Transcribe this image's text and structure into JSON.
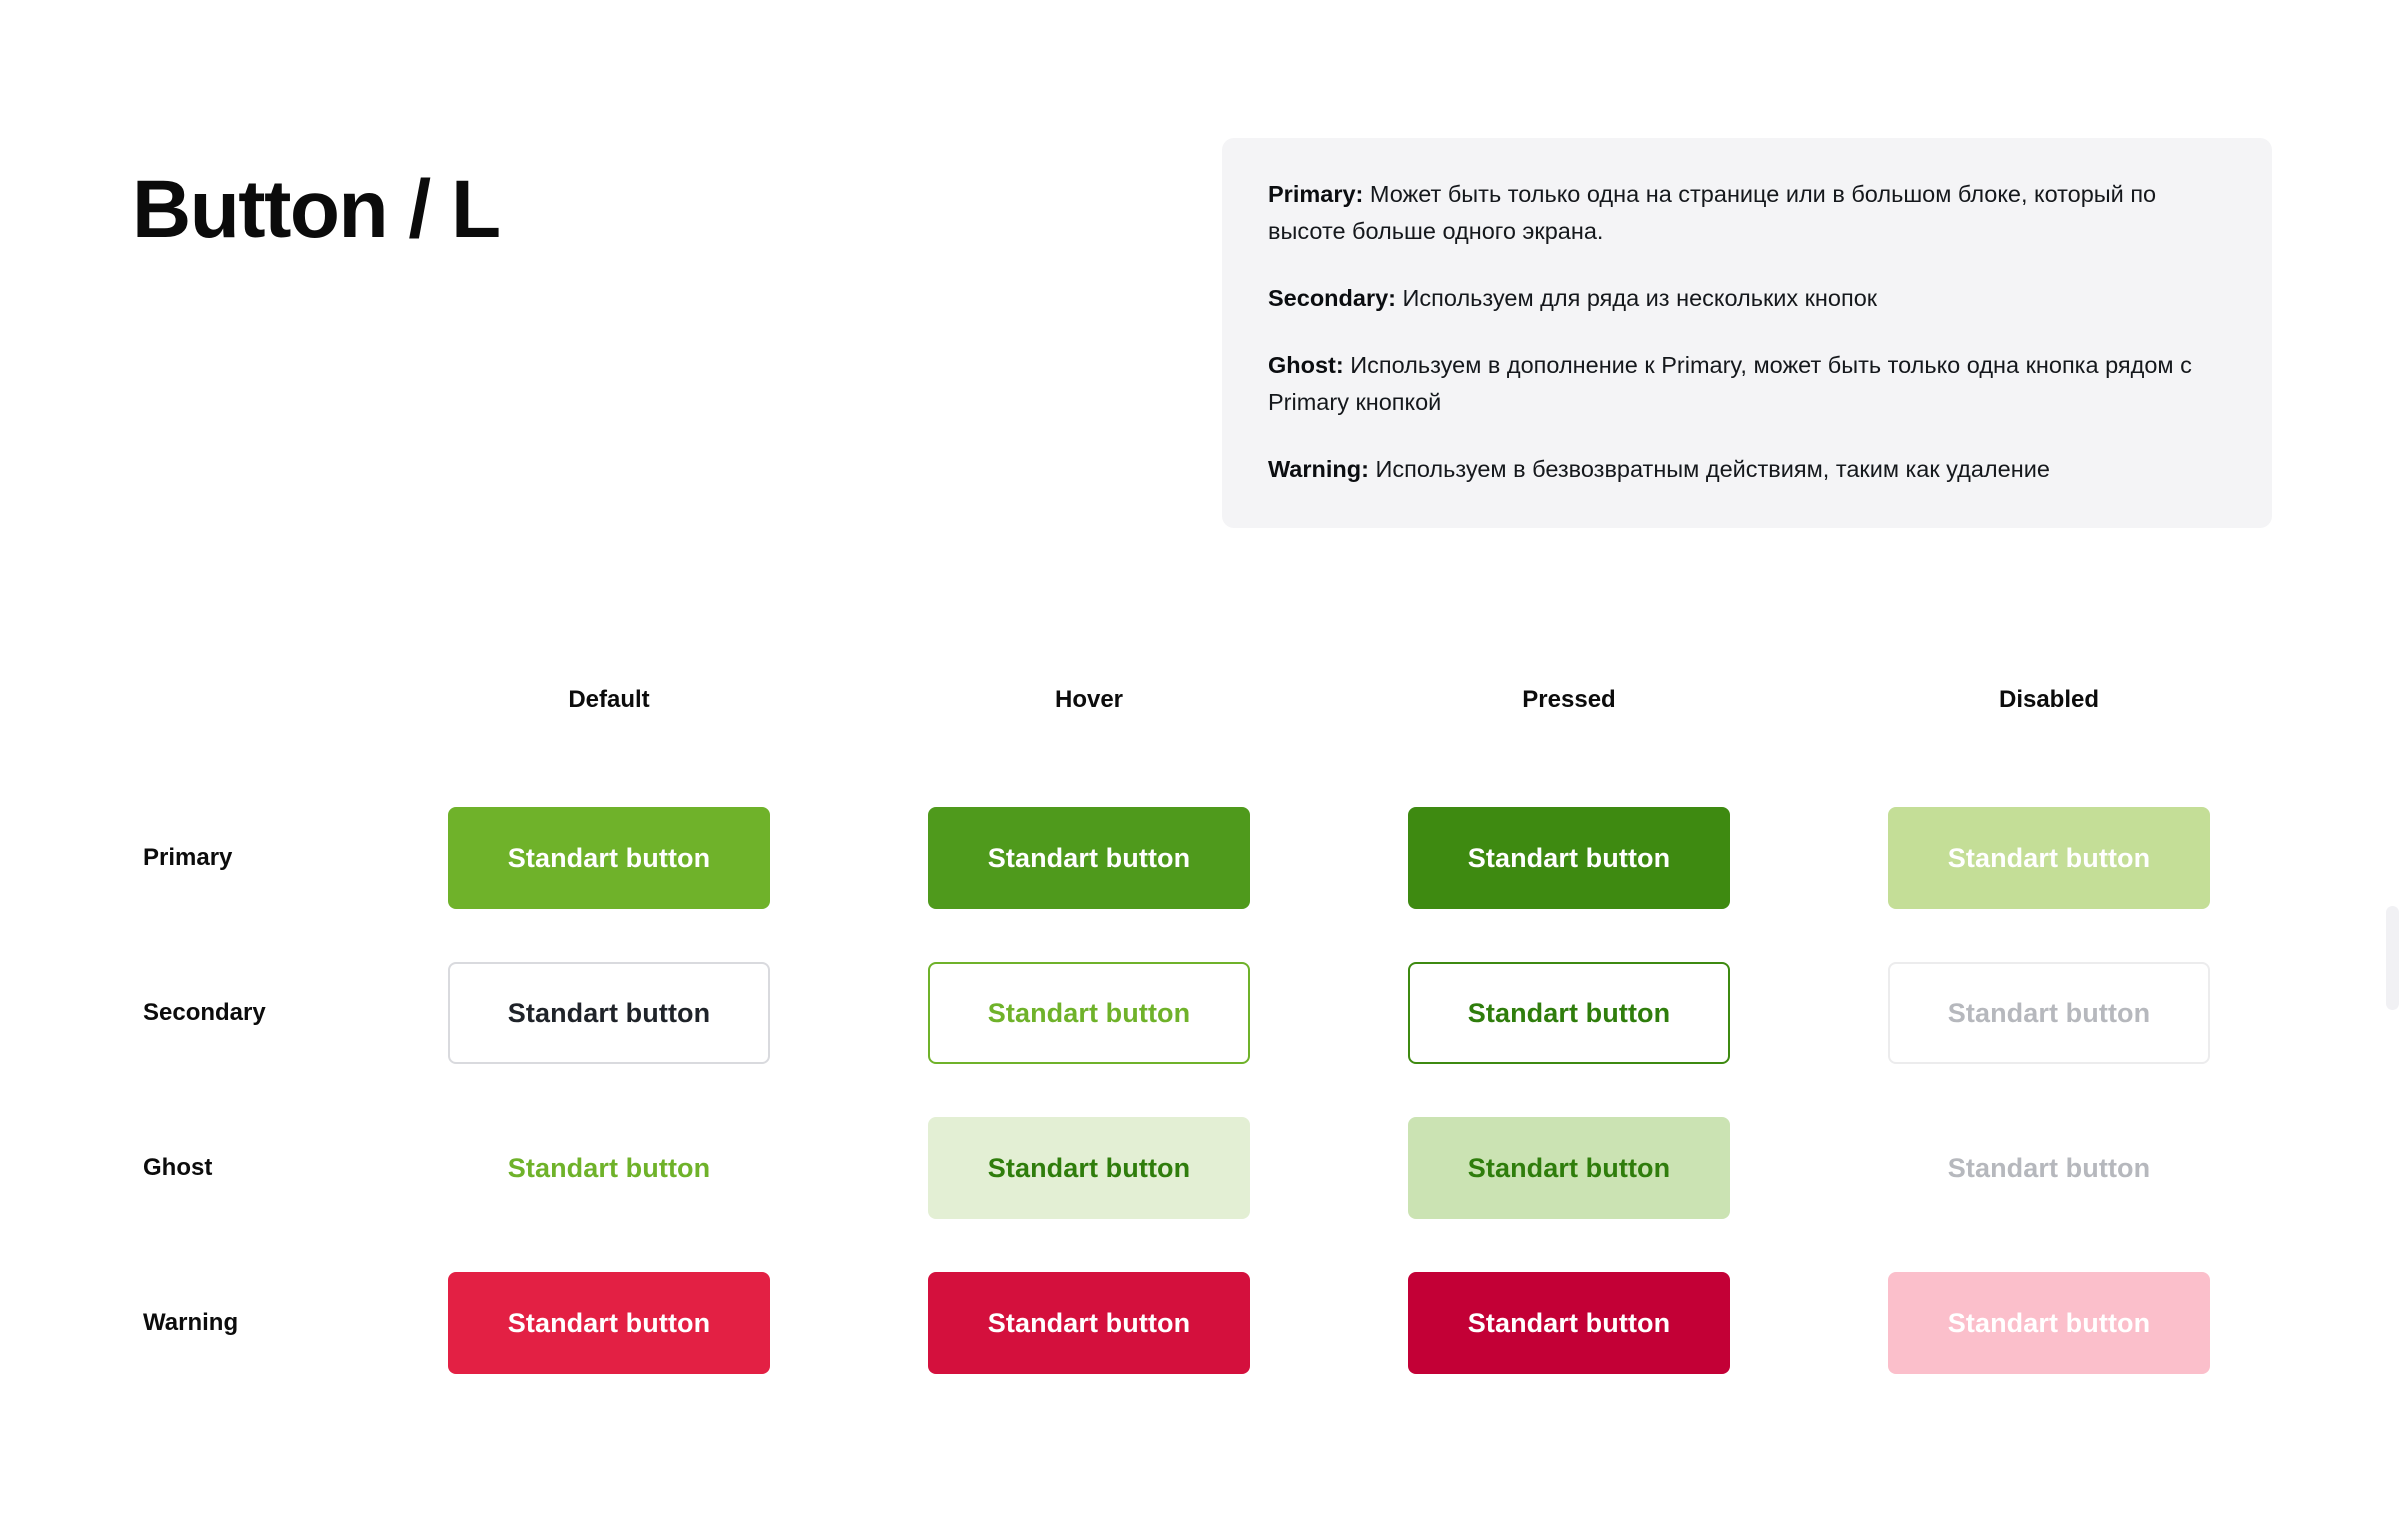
{
  "page": {
    "title": "Button / L",
    "background": "#ffffff"
  },
  "info_panel": {
    "background": "#f4f4f6",
    "rows": [
      {
        "label": "Primary:",
        "text": " Может быть только одна на странице или в большом блоке, который по высоте больше одного экрана."
      },
      {
        "label": "Secondary:",
        "text": " Используем для ряда из нескольких кнопок"
      },
      {
        "label": "Ghost:",
        "text": " Используем в дополнение к Primary, может быть только одна кнопка рядом с Primary кнопкой"
      },
      {
        "label": "Warning:",
        "text": " Используем в безвозвратным действиям, таким как удаление"
      }
    ]
  },
  "matrix": {
    "column_headers": [
      "Default",
      "Hover",
      "Pressed",
      "Disabled"
    ],
    "row_labels": [
      "Primary",
      "Secondary",
      "Ghost",
      "Warning"
    ],
    "button_label": "Standart button",
    "rows": [
      {
        "name": "Primary",
        "cells": [
          {
            "state": "Default",
            "bg": "#6fb22a",
            "text_color": "#ffffff",
            "border": "none"
          },
          {
            "state": "Hover",
            "bg": "#4f9a1c",
            "text_color": "#ffffff",
            "border": "none"
          },
          {
            "state": "Pressed",
            "bg": "#3e8a11",
            "text_color": "#ffffff",
            "border": "none"
          },
          {
            "state": "Disabled",
            "bg": "#c4de97",
            "text_color": "#ffffff",
            "border": "none"
          }
        ]
      },
      {
        "name": "Secondary",
        "cells": [
          {
            "state": "Default",
            "bg": "#ffffff",
            "text_color": "#1f2329",
            "border": "#d9dade"
          },
          {
            "state": "Hover",
            "bg": "#ffffff",
            "text_color": "#6fb22a",
            "border": "#6fb22a"
          },
          {
            "state": "Pressed",
            "bg": "#ffffff",
            "text_color": "#2f7d0c",
            "border": "#3e8a11"
          },
          {
            "state": "Disabled",
            "bg": "#ffffff",
            "text_color": "#b6b8bd",
            "border": "#ececed"
          }
        ]
      },
      {
        "name": "Ghost",
        "cells": [
          {
            "state": "Default",
            "bg": "transparent",
            "text_color": "#6fb22a",
            "border": "none"
          },
          {
            "state": "Hover",
            "bg": "#e3efd4",
            "text_color": "#2f7d0c",
            "border": "none"
          },
          {
            "state": "Pressed",
            "bg": "#cbe3b3",
            "text_color": "#2f7d0c",
            "border": "none"
          },
          {
            "state": "Disabled",
            "bg": "transparent",
            "text_color": "#b6b8bd",
            "border": "none"
          }
        ]
      },
      {
        "name": "Warning",
        "cells": [
          {
            "state": "Default",
            "bg": "#e32044",
            "text_color": "#ffffff",
            "border": "none"
          },
          {
            "state": "Hover",
            "bg": "#d4103d",
            "text_color": "#ffffff",
            "border": "none"
          },
          {
            "state": "Pressed",
            "bg": "#c30036",
            "text_color": "#ffffff",
            "border": "none"
          },
          {
            "state": "Disabled",
            "bg": "#fbbfcb",
            "text_color": "#ffffff",
            "border": "none"
          }
        ]
      }
    ]
  },
  "scrollbar": {
    "thumb_color": "#f1f1f4"
  }
}
